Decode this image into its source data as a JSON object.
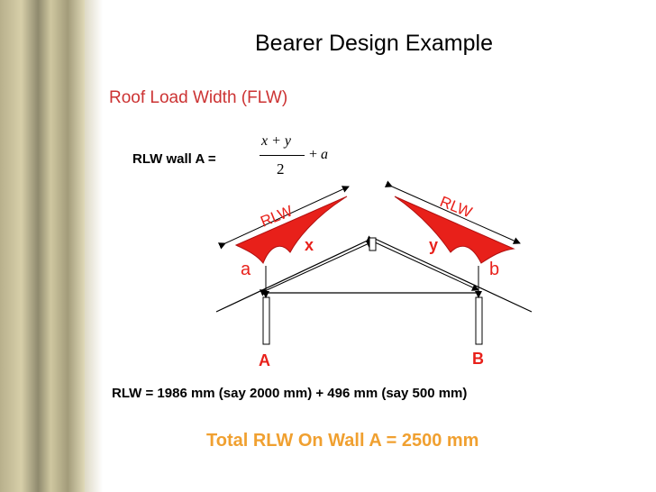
{
  "slide": {
    "title": "Bearer Design Example",
    "subtitle": "Roof Load Width (FLW)",
    "rlw_label": "RLW wall A =",
    "formula": {
      "numerator": "x + y",
      "denominator": "2",
      "plus": "+",
      "addend": "a"
    },
    "result_line": "RLW = 1986 mm (say 2000 mm) + 496 mm (say 500 mm)",
    "total_line": "Total RLW On Wall A = 2500 mm"
  },
  "diagram": {
    "rlw_left": "RLW",
    "rlw_right": "RLW",
    "label_x": "x",
    "label_y": "y",
    "label_a": "a",
    "label_b": "b",
    "wall_a": "A",
    "wall_b": "B"
  },
  "colors": {
    "accent_red": "#e8201a",
    "title_red": "#cc3333",
    "total_orange": "#f0a030"
  }
}
